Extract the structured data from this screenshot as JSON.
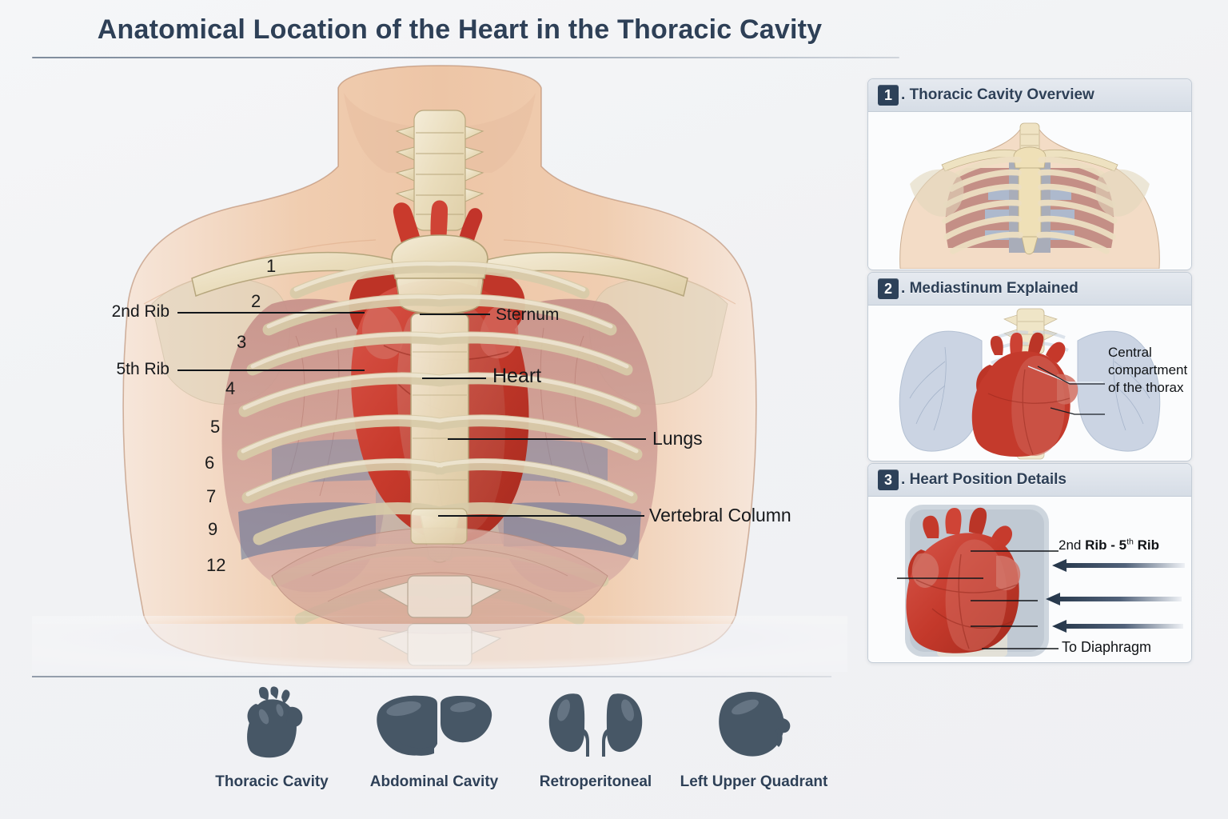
{
  "title": "Anatomical Location of the Heart in the Thoracic Cavity",
  "main_figure": {
    "name": "anterior-thorax-illustration",
    "left_labels": [
      {
        "id": "rib2",
        "text": "2nd Rib"
      },
      {
        "id": "rib5",
        "text": "5th Rib"
      }
    ],
    "right_labels": [
      {
        "id": "sternum",
        "text": "Sternum"
      },
      {
        "id": "heart",
        "text": "Heart"
      },
      {
        "id": "lungs",
        "text": "Lungs"
      },
      {
        "id": "vertebral",
        "text": "Vertebral Column"
      }
    ],
    "rib_numbers": [
      "1",
      "2",
      "3",
      "4",
      "5",
      "6",
      "7",
      "9",
      "12"
    ]
  },
  "panels": [
    {
      "number": "1",
      "separator": ".",
      "title": "Thoracic Cavity Overview",
      "figure": "ribcage-lungs-sternum-diagram",
      "annotations": []
    },
    {
      "number": "2",
      "separator": ".",
      "title": "Mediastinum Explained",
      "figure": "heart-between-lungs-diagram",
      "annotations": [
        {
          "id": "central-compartment",
          "lines": [
            "Central",
            "compartment",
            "of the thorax"
          ]
        }
      ]
    },
    {
      "number": "3",
      "separator": ".",
      "title": "Heart Position Details",
      "figure": "isolated-heart-diagram",
      "annotations": [
        {
          "id": "rib-span",
          "text_pre": "2nd ",
          "text_bold1": "Rib",
          "dash": " - ",
          "text_num": "5",
          "sup": "th",
          "text_bold2": " Rib"
        },
        {
          "id": "to-diaphragm",
          "text": "To Diaphragm"
        }
      ],
      "arrow_count": 3
    }
  ],
  "legend": [
    {
      "icon": "heart-icon",
      "label": "Thoracic Cavity"
    },
    {
      "icon": "liver-icon",
      "label": "Abdominal Cavity"
    },
    {
      "icon": "kidneys-icon",
      "label": "Retroperitoneal"
    },
    {
      "icon": "spleen-icon",
      "label": "Left Upper Quadrant"
    }
  ],
  "colors": {
    "background": "#f2f3f5",
    "title_text": "#2e4057",
    "badge": "#2d4159",
    "icon_slate": "#475766",
    "heart_red": "#c0392b",
    "lung_rose": "#c98b85",
    "bone_cream": "#ece0c4",
    "skin": "#eec9ad",
    "label_text": "#16181b"
  }
}
